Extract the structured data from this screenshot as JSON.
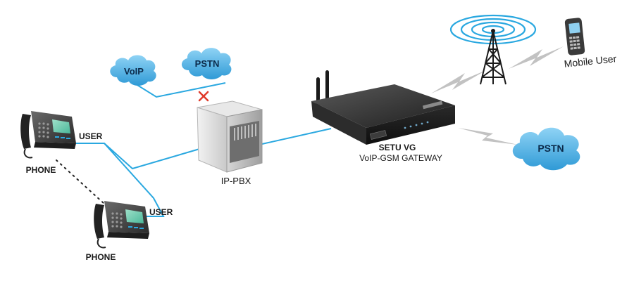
{
  "labels": {
    "voip_cloud": "VoIP",
    "pstn_cloud_top": "PSTN",
    "pbx": "IP-PBX",
    "gateway_name": "SETU VG",
    "gateway_desc": "VoIP-GSM GATEWAY",
    "pstn_cloud_right": "PSTN",
    "mobile_user": "Mobile User",
    "user_top": "USER",
    "user_bottom": "USER",
    "phone_top": "PHONE",
    "phone_bottom": "PHONE"
  },
  "colors": {
    "link_line": "#2aa8e0",
    "cloud_fill": "#5ab8e8",
    "cloud_text": "#0b2a4a",
    "blocked_marker": "#e03a2a",
    "wireless_bolt": "#bdbdbd",
    "signal_rings": "#2aa8e0"
  },
  "icons": {
    "gateway": "router-icon",
    "pbx": "server-box-icon",
    "tower": "cell-tower-icon",
    "mobile": "mobile-phone-icon",
    "phone": "desk-phone-icon",
    "cloud": "cloud-icon",
    "blocked": "x-mark-icon"
  }
}
